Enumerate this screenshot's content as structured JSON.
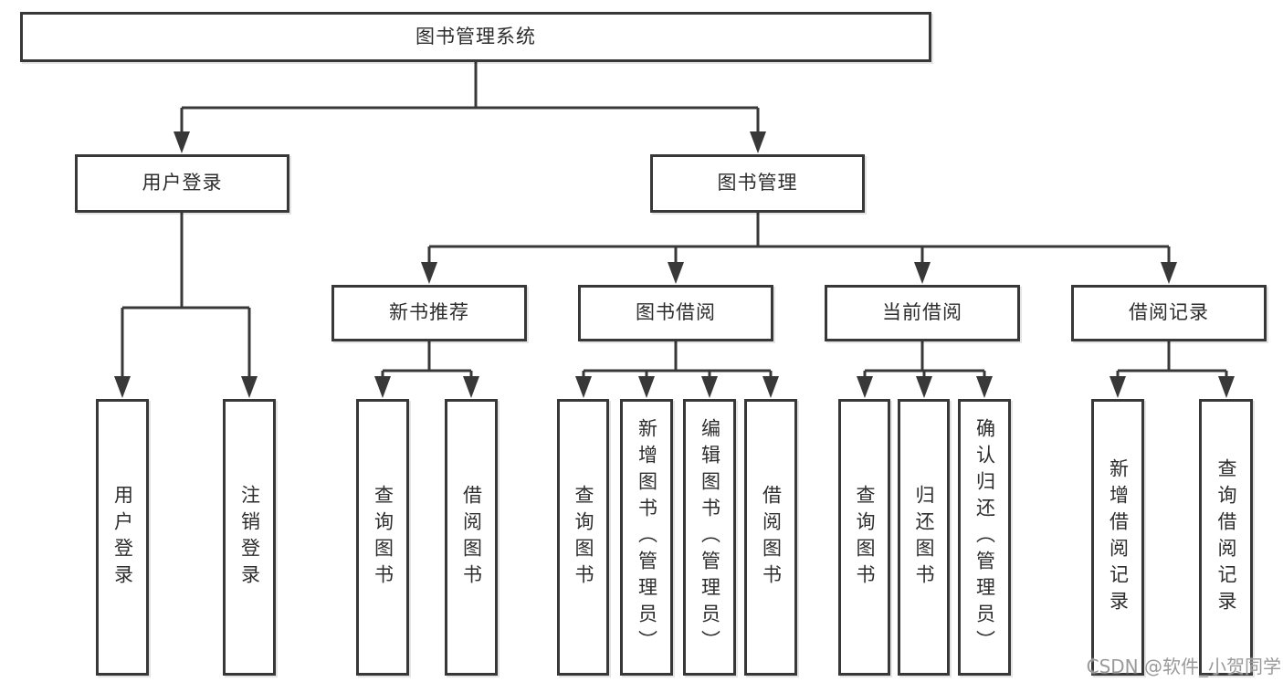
{
  "diagram": {
    "root": {
      "label": "图书管理系统"
    },
    "level2": [
      "用户登录",
      "图书管理"
    ],
    "level3": [
      "新书推荐",
      "图书借阅",
      "当前借阅",
      "借阅记录"
    ],
    "leaves": {
      "user_login": [
        "用户登录",
        "注销登录"
      ],
      "new_book": [
        "查询图书",
        "借阅图书"
      ],
      "book_borrow": [
        "查询图书",
        "新增图书（管理员）",
        "编辑图书（管理员）",
        "借阅图书"
      ],
      "current_borrow": [
        "查询图书",
        "归还图书",
        "确认归还（管理员）"
      ],
      "borrow_records": [
        "新增借阅记录",
        "查询借阅记录"
      ]
    },
    "colors": {
      "line": "#383838",
      "text": "#2d2d2d",
      "background": "#ffffff",
      "watermark": "#9a9a9a"
    }
  },
  "watermark": {
    "text": "CSDN @软件_小贺同学"
  }
}
